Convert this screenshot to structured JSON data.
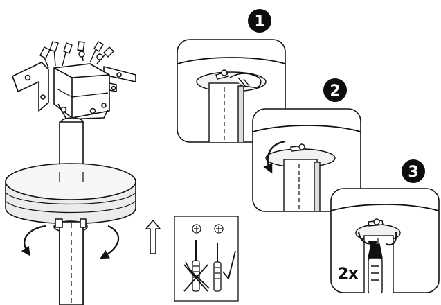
{
  "steps": [
    {
      "number": "1"
    },
    {
      "number": "2"
    },
    {
      "number": "3"
    }
  ],
  "quantity_label": "2x",
  "colors": {
    "ink": "#111111",
    "badge": "#0d0d0d",
    "paper": "#ffffff",
    "shade": "#e6e6e6"
  },
  "icons": [
    "canopy-assembly",
    "rotate-arrow",
    "up-arrow",
    "phillips-screw",
    "screwdriver",
    "checkmark",
    "cross-mark"
  ]
}
